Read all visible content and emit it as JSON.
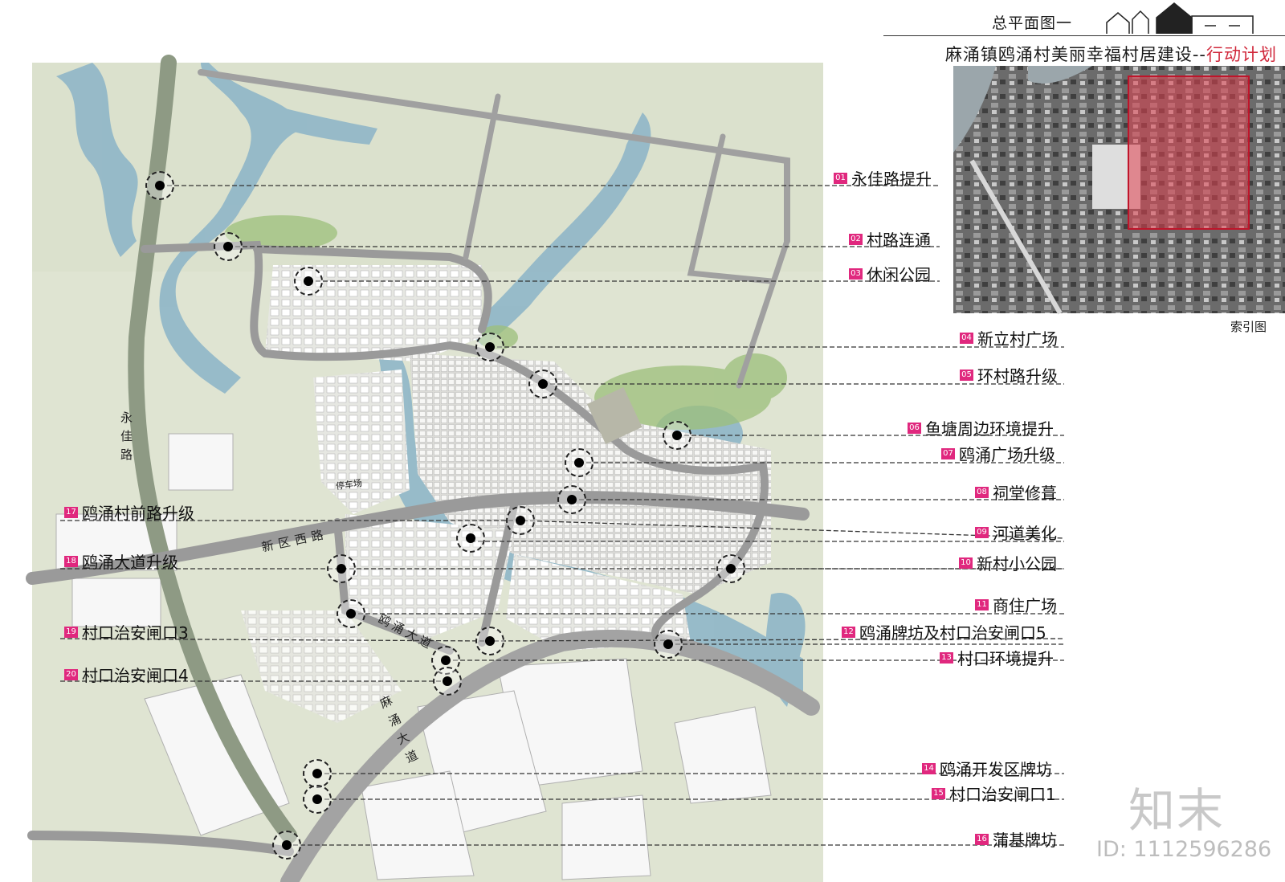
{
  "header": {
    "title": "总平面图一",
    "subtitle_main": "麻涌镇鸥涌村美丽幸福村居建设--",
    "subtitle_highlight": "行动计划",
    "highlight_color": "#d0273a"
  },
  "inset": {
    "caption": "索引图",
    "highlight_color": "#e0404f"
  },
  "legend_color": "#e0287e",
  "items": [
    {
      "num": "01",
      "label": "永佳路提升"
    },
    {
      "num": "02",
      "label": "村路连通"
    },
    {
      "num": "03",
      "label": "休闲公园"
    },
    {
      "num": "04",
      "label": "新立村广场"
    },
    {
      "num": "05",
      "label": "环村路升级"
    },
    {
      "num": "06",
      "label": "鱼塘周边环境提升"
    },
    {
      "num": "07",
      "label": "鸥涌广场升级"
    },
    {
      "num": "08",
      "label": "祠堂修葺"
    },
    {
      "num": "09",
      "label": "河道美化"
    },
    {
      "num": "10",
      "label": "新村小公园"
    },
    {
      "num": "11",
      "label": "商住广场"
    },
    {
      "num": "12",
      "label": "鸥涌牌坊及村口治安闸口5"
    },
    {
      "num": "13",
      "label": "村口环境提升"
    },
    {
      "num": "14",
      "label": "鸥涌开发区牌坊"
    },
    {
      "num": "15",
      "label": "村口治安闸口1"
    },
    {
      "num": "16",
      "label": "蒲基牌坊"
    },
    {
      "num": "17",
      "label": "鸥涌村前路升级"
    },
    {
      "num": "18",
      "label": "鸥涌大道升级"
    },
    {
      "num": "19",
      "label": "村口治安闸口3"
    },
    {
      "num": "20",
      "label": "村口治安闸口4"
    }
  ],
  "map_labels": {
    "road_yongjia": "永佳路",
    "road_xinqu": "新区西路",
    "road_ouchong": "鸥涌大道",
    "road_machong": "麻涌大道",
    "parking": "停车场"
  },
  "watermark": {
    "logo": "知末",
    "id": "ID: 1112596286"
  },
  "colors": {
    "water": "#8fb6c8",
    "ground": "#dfe4d2",
    "road": "#9a9a9a",
    "green": "#9cbf7a"
  }
}
